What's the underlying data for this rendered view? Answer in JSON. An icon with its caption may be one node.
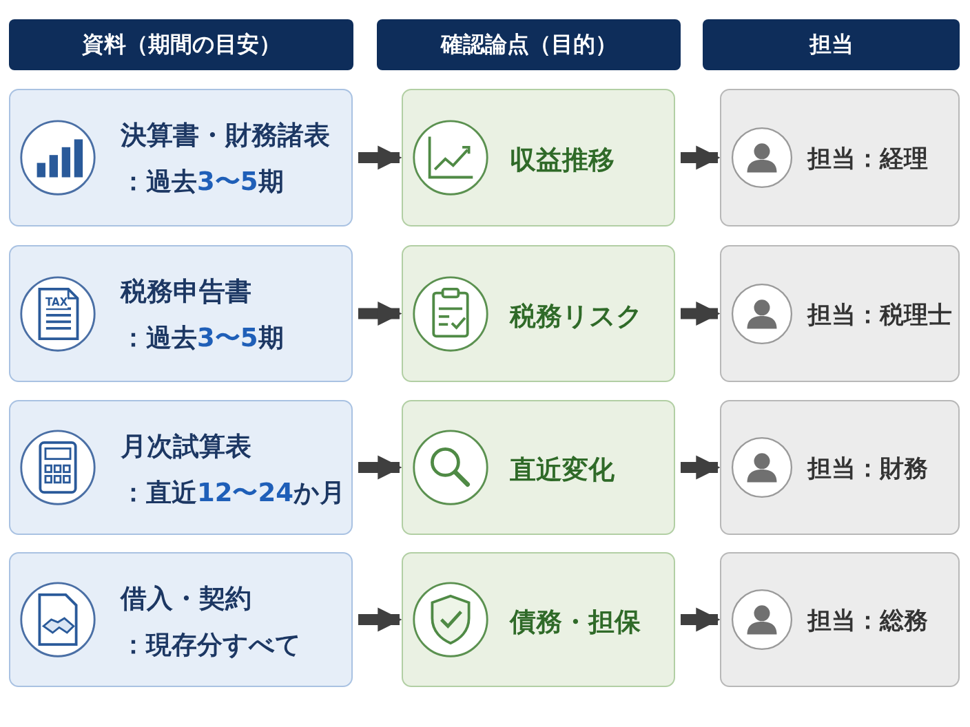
{
  "diagram": {
    "nodes": [
      {
        "text": [
          "資料（期間の目安）"
        ]
      },
      {
        "text": [
          "確認論点（目的）"
        ]
      },
      {
        "text": [
          "担当"
        ]
      },
      {
        "text": [
          "決算書・財務諸表",
          "：過去3〜5期"
        ]
      },
      {
        "text": [
          "収益推移"
        ]
      },
      {
        "text": [
          "担当：経理"
        ]
      },
      {
        "text": [
          "税務申告書",
          "：過去3〜5期"
        ]
      },
      {
        "text": [
          "税務リスク"
        ]
      },
      {
        "text": [
          "担当：税理士"
        ]
      },
      {
        "text": [
          "月次試算表",
          "：直近12〜24か月"
        ]
      },
      {
        "text": [
          "直近変化"
        ]
      },
      {
        "text": [
          "担当：財務"
        ]
      },
      {
        "text": [
          "借入・契約",
          "：現存分すべて"
        ]
      },
      {
        "text": [
          "債務・担保"
        ]
      },
      {
        "text": [
          "担当：総務"
        ]
      }
    ],
    "edges": [
      {
        "from": 3,
        "to": 4,
        "arrow": "to"
      },
      {
        "from": 4,
        "to": 5,
        "arrow": "to"
      },
      {
        "from": 6,
        "to": 7,
        "arrow": "to"
      },
      {
        "from": 7,
        "to": 8,
        "arrow": "to"
      },
      {
        "from": 9,
        "to": 10,
        "arrow": "to"
      },
      {
        "from": 10,
        "to": 11,
        "arrow": "to"
      },
      {
        "from": 12,
        "to": 13,
        "arrow": "to"
      },
      {
        "from": 13,
        "to": 14,
        "arrow": "to"
      }
    ],
    "labels": [
      "TAX"
    ]
  }
}
